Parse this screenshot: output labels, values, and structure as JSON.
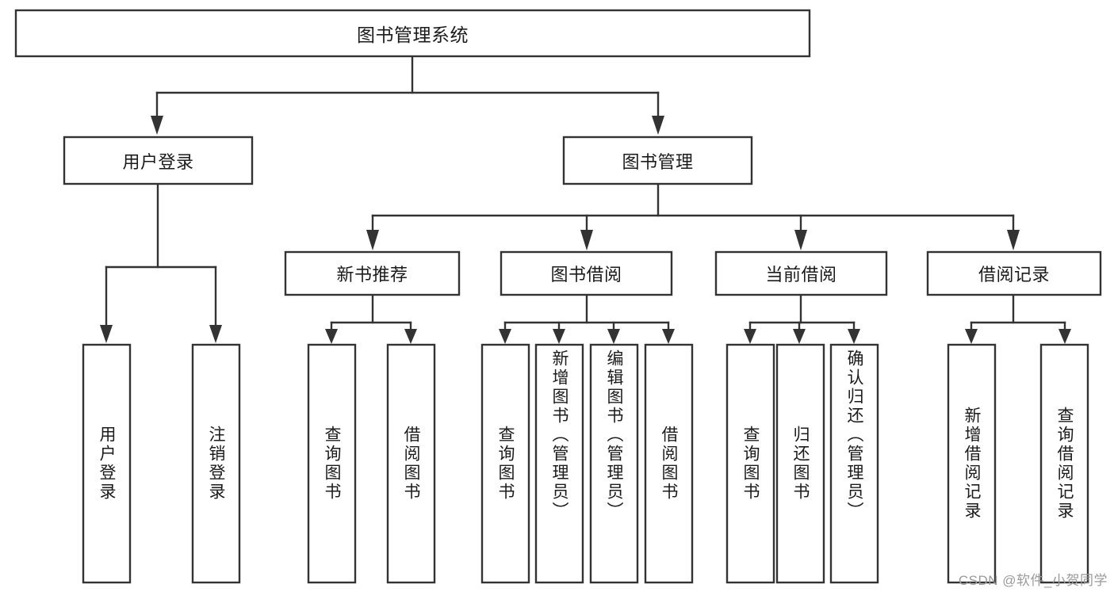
{
  "diagram": {
    "type": "tree",
    "title": "图书管理系统",
    "watermark": "CSDN @软件_小贺同学",
    "colors": {
      "box_stroke": "#333333",
      "box_fill": "#ffffff",
      "connector": "#333333",
      "text": "#1b1b1b",
      "watermark": "#9a9a9a",
      "background": "#ffffff"
    },
    "root": {
      "label": "图书管理系统"
    },
    "level2": [
      {
        "label": "用户登录"
      },
      {
        "label": "图书管理"
      }
    ],
    "level3": [
      {
        "label": "新书推荐"
      },
      {
        "label": "图书借阅"
      },
      {
        "label": "当前借阅"
      },
      {
        "label": "借阅记录"
      }
    ],
    "leaves": {
      "user_login": [
        {
          "label": "用户登录"
        },
        {
          "label": "注销登录"
        }
      ],
      "new_book_recommend": [
        {
          "label": "查询图书"
        },
        {
          "label": "借阅图书"
        }
      ],
      "book_borrow": [
        {
          "label": "查询图书"
        },
        {
          "label": "新增图书（管理员）"
        },
        {
          "label": "编辑图书（管理员）"
        },
        {
          "label": "借阅图书"
        }
      ],
      "current_borrow": [
        {
          "label": "查询图书"
        },
        {
          "label": "归还图书"
        },
        {
          "label": "确认归还（管理员）"
        }
      ],
      "borrow_record": [
        {
          "label": "新增借阅记录"
        },
        {
          "label": "查询借阅记录"
        }
      ]
    }
  }
}
